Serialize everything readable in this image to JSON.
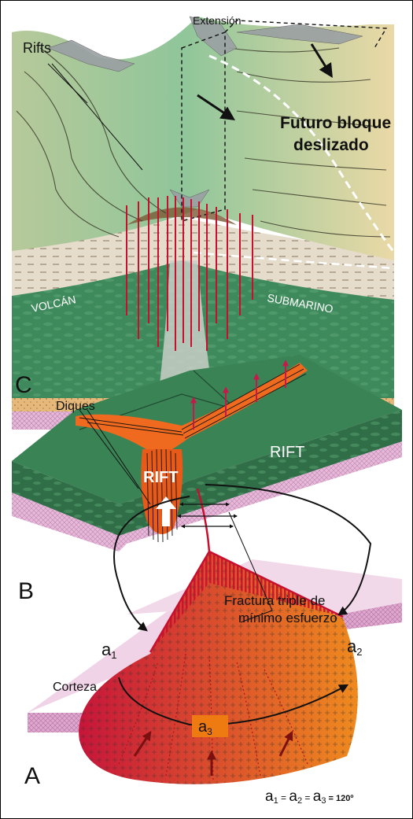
{
  "panel_c": {
    "letter": "C",
    "extension_label": "Extensión",
    "rifts_label": "Rifts",
    "future_block_line1": "Futuro bloque",
    "future_block_line2": "deslizado",
    "volcano_left": "VOLCÁN",
    "volcano_right": "SUBMARINO"
  },
  "panel_b": {
    "letter": "B",
    "dikes_label": "Diques",
    "rift_center": "RIFT",
    "rift_right": "RIFT"
  },
  "panel_a": {
    "letter": "A",
    "fracture_line1": "Fractura triple de",
    "fracture_line2": "mínimo esfuerzo",
    "crust_label": "Corteza",
    "a1": "a",
    "a1_sub": "1",
    "a2": "a",
    "a2_sub": "2",
    "a3": "a",
    "a3_sub": "3",
    "equation": {
      "a1": "a",
      "s1": "1",
      "eq1": " = ",
      "a2": "a",
      "s2": "2",
      "eq2": " = ",
      "a3": "a",
      "s3": "3",
      "tail": " = 120º"
    }
  },
  "colors": {
    "green_light": "#9cc79a",
    "green_dark": "#2f7b4e",
    "tan": "#e9d8a8",
    "magma_red": "#c8102e",
    "orange": "#e8731c",
    "pink_crust": "#e7c6dc",
    "beige_layer": "#e6dccb"
  }
}
